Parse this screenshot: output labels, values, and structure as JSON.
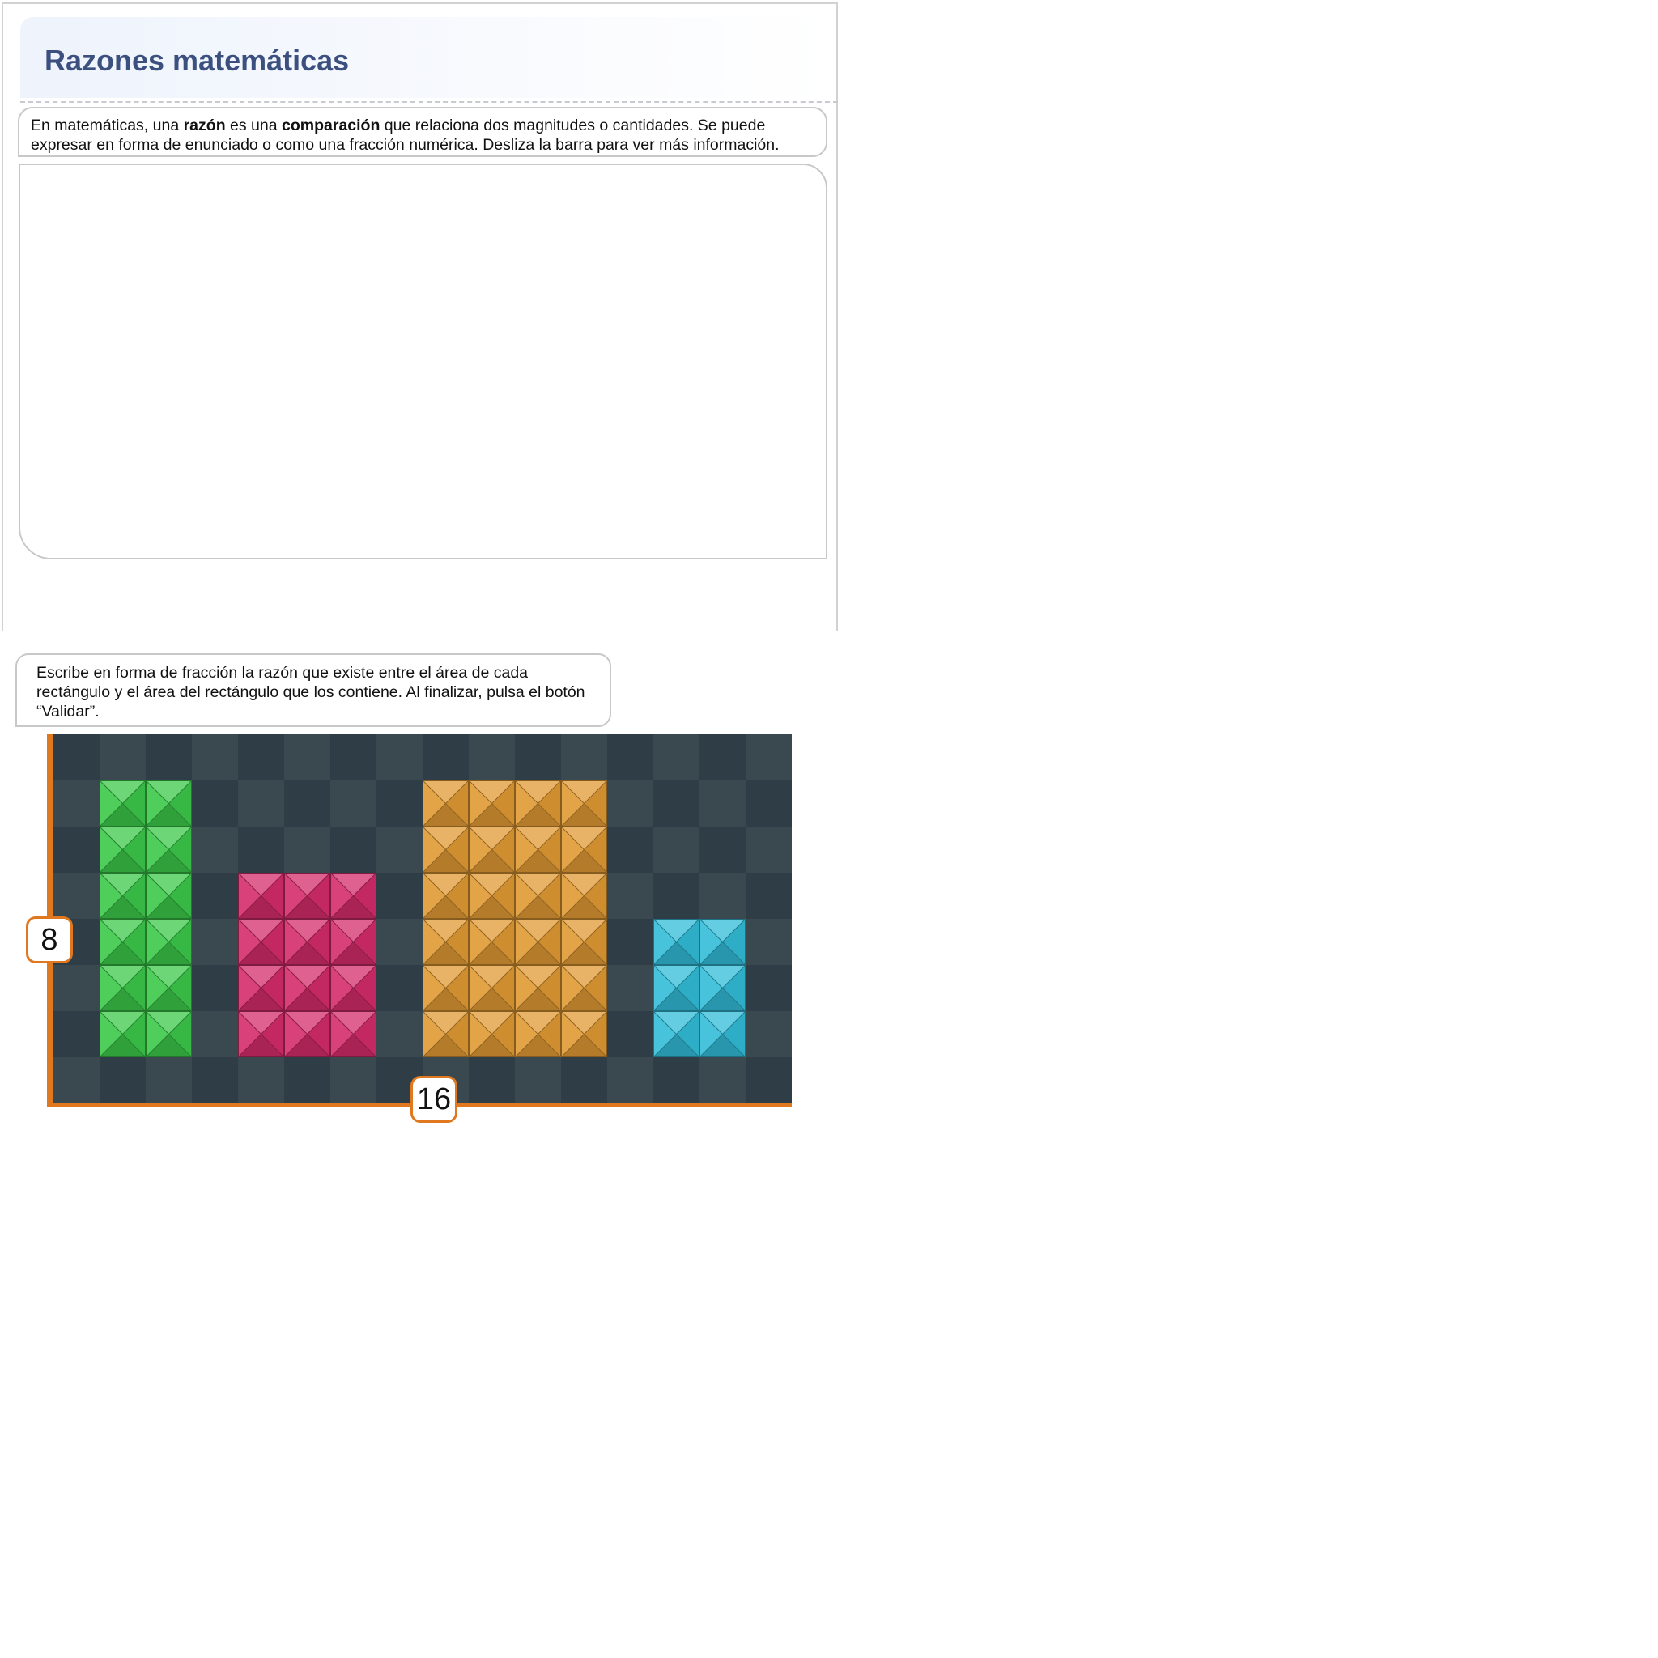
{
  "header": {
    "title": "Razones matemáticas"
  },
  "intro": {
    "part1": "En matemáticas, una ",
    "bold1": "razón",
    "part2": " es una ",
    "bold2": "comparación",
    "part3": " que relaciona dos magnitudes o cantidades. Se puede expresar en forma de enunciado o como una fracción numérica. Desliza la barra para ver más información."
  },
  "activity": {
    "instruction": "Escribe en forma de fracción la razón que existe entre el área de cada rectángulo y el área del rectángulo que los contiene. Al finalizar, pulsa el botón “Validar”."
  },
  "grid": {
    "columns": 16,
    "rows": 8,
    "height_label": "8",
    "width_label": "16",
    "background_colors": [
      "#2f3d47",
      "#3a4850"
    ],
    "border_color": "#e07820",
    "rectangles": [
      {
        "name": "green-rectangle",
        "color": "#3cc84a",
        "col": 1,
        "row": 1,
        "width": 2,
        "height": 6
      },
      {
        "name": "pink-rectangle",
        "color": "#d42c6a",
        "col": 4,
        "row": 3,
        "width": 3,
        "height": 4
      },
      {
        "name": "orange-rectangle",
        "color": "#e09a34",
        "col": 8,
        "row": 1,
        "width": 4,
        "height": 6
      },
      {
        "name": "cyan-rectangle",
        "color": "#32bcd8",
        "col": 13,
        "row": 4,
        "width": 2,
        "height": 3
      }
    ]
  }
}
